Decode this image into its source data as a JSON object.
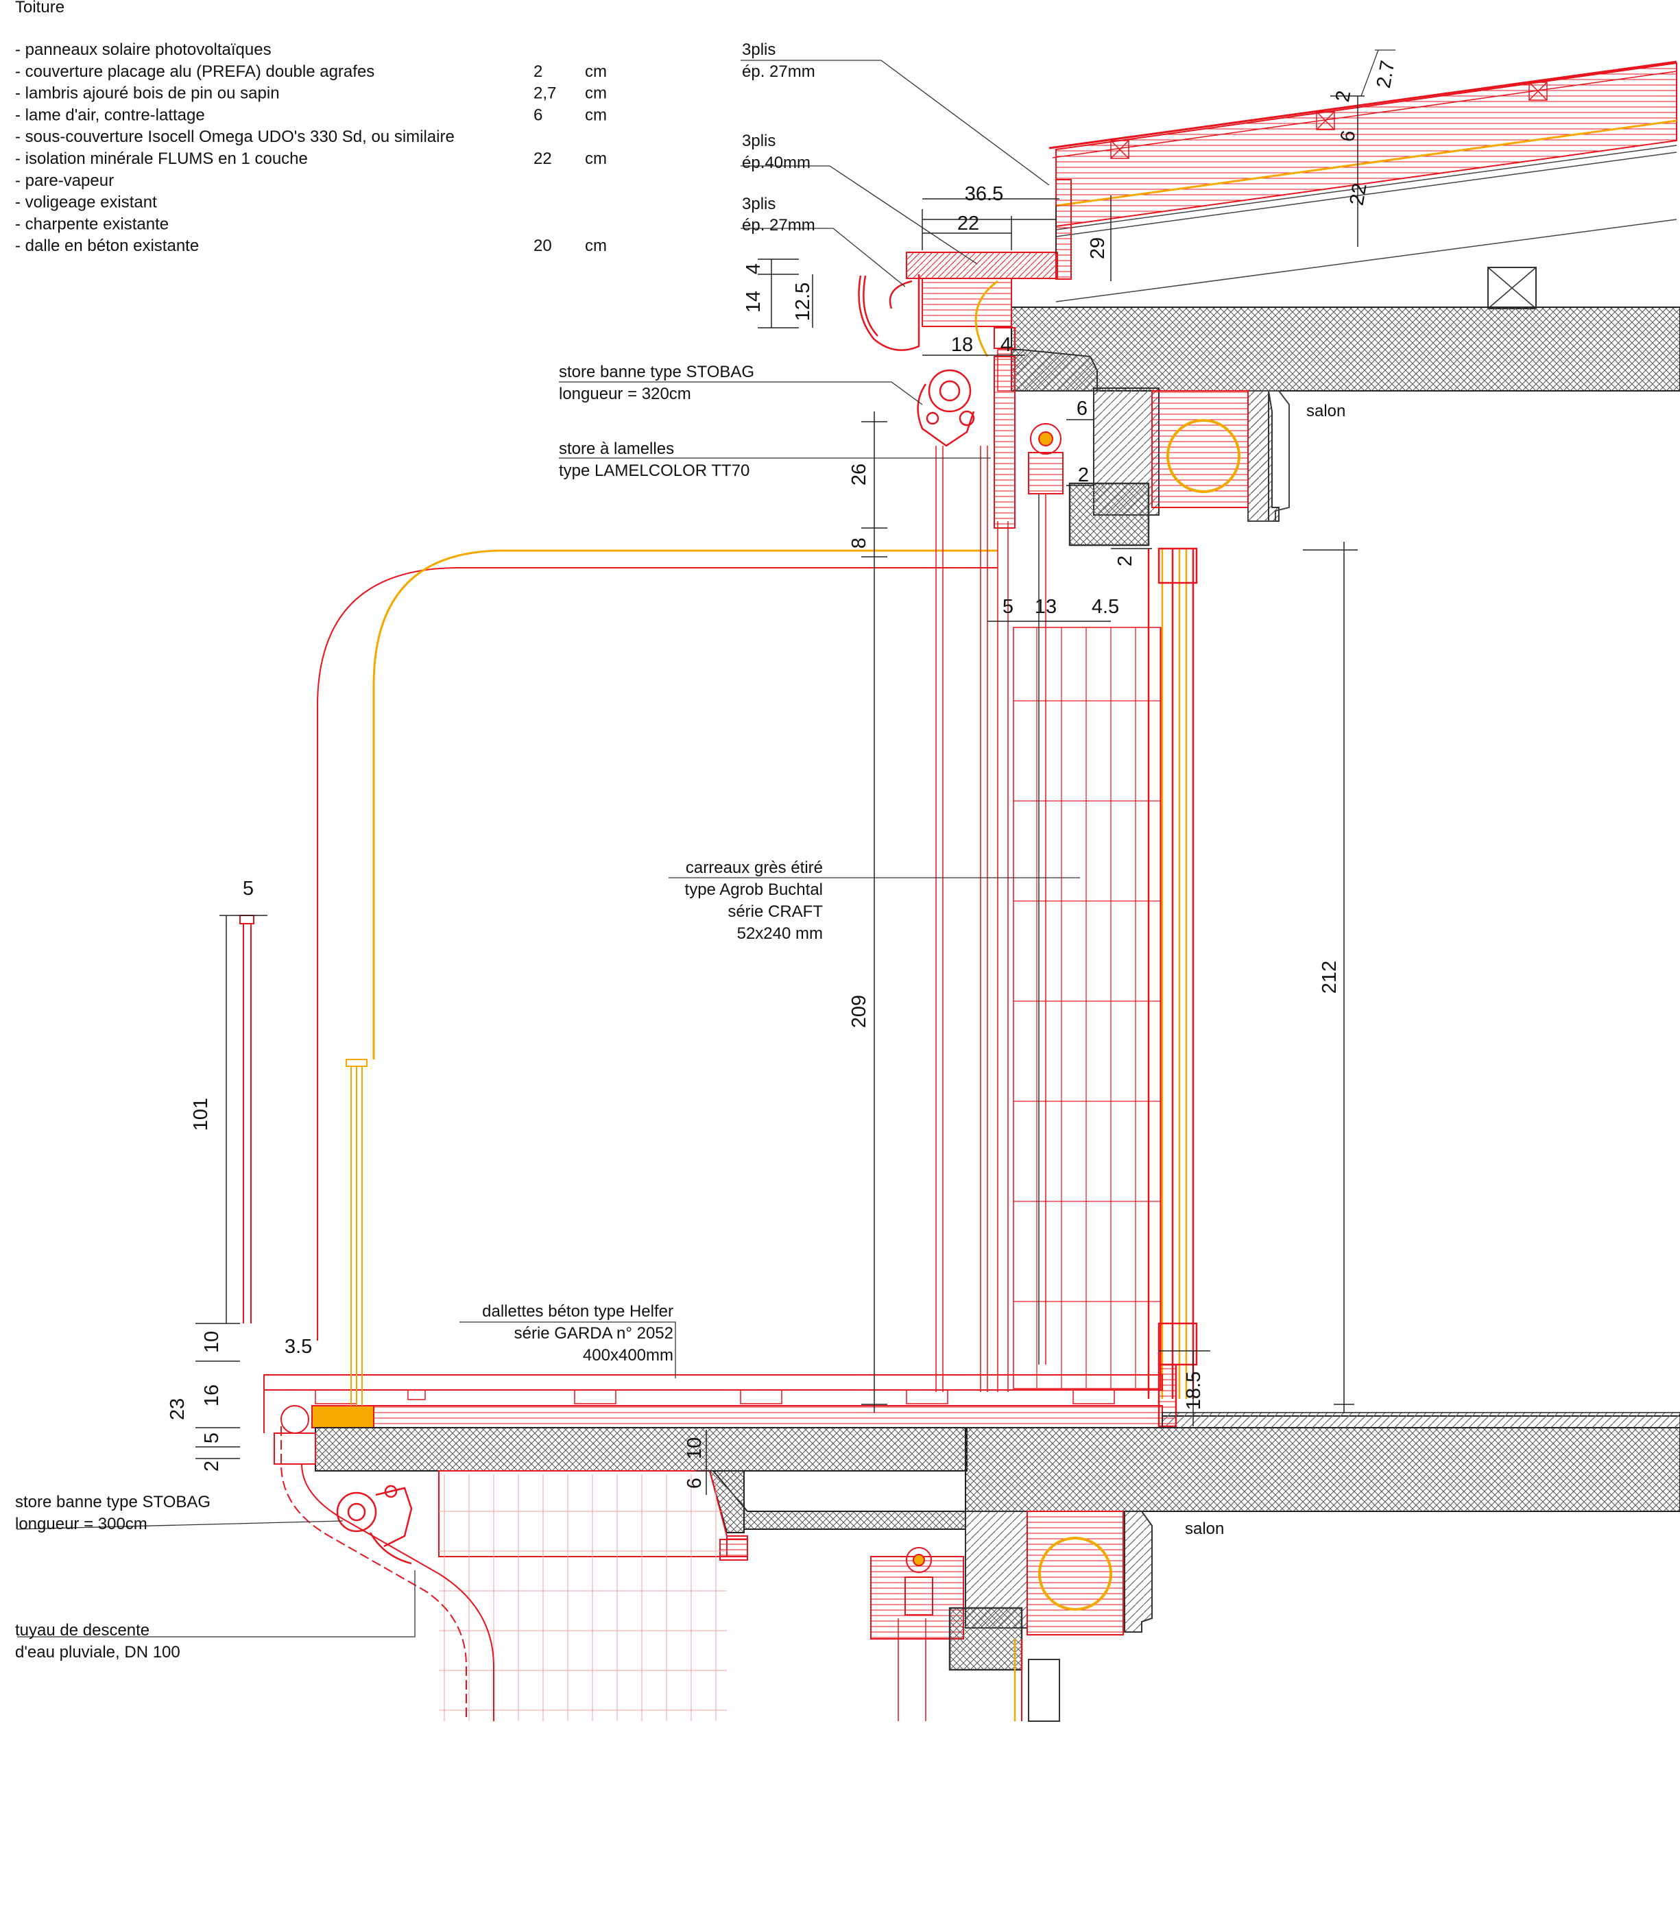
{
  "legend": {
    "title": "Toiture",
    "rows": [
      {
        "text": "- panneaux solaire photovoltaïques",
        "value": "",
        "unit": ""
      },
      {
        "text": "- couverture placage alu (PREFA) double agrafes",
        "value": "2",
        "unit": "cm"
      },
      {
        "text": "- lambris ajouré bois de pin ou sapin",
        "value": "2,7",
        "unit": "cm"
      },
      {
        "text": "- lame d'air, contre-lattage",
        "value": "6",
        "unit": "cm"
      },
      {
        "text": "- sous-couverture Isocell Omega UDO's 330 Sd, ou similaire",
        "value": "",
        "unit": ""
      },
      {
        "text": "- isolation minérale FLUMS en 1 couche",
        "value": "22",
        "unit": "cm"
      },
      {
        "text": "- pare-vapeur",
        "value": "",
        "unit": ""
      },
      {
        "text": "- voligeage existant",
        "value": "",
        "unit": ""
      },
      {
        "text": "- charpente existante",
        "value": "",
        "unit": ""
      },
      {
        "text": "- dalle en béton existante",
        "value": "20",
        "unit": "cm"
      }
    ]
  },
  "callouts": {
    "ply_top_1": "3plis",
    "ply_top_2": "ép. 27mm",
    "ply_mid_1": "3plis",
    "ply_mid_2": "ép.40mm",
    "ply_low_1": "3plis",
    "ply_low_2": "ép. 27mm",
    "awning_top_1": "store banne type STOBAG",
    "awning_top_2": "longueur = 320cm",
    "blind_1": "store à lamelles",
    "blind_2": "type LAMELCOLOR TT70",
    "tile_1": "carreaux grès étiré",
    "tile_2": "type Agrob Buchtal",
    "tile_3": "série CRAFT",
    "tile_4": "52x240 mm",
    "slab_1": "dallettes béton type Helfer",
    "slab_2": "série GARDA n° 2052",
    "slab_3": "400x400mm",
    "awning_bot_1": "store banne type STOBAG",
    "awning_bot_2": "longueur = 300cm",
    "pipe_1": "tuyau de descente",
    "pipe_2": "d'eau pluviale, DN 100",
    "room_top": "salon",
    "room_bottom": "salon"
  },
  "dimensions": {
    "d27": "2.7",
    "d2a": "2",
    "d6a": "6",
    "d22a": "22",
    "d365": "36.5",
    "d22b": "22",
    "d29": "29",
    "d4a": "4",
    "d14": "14",
    "d125": "12.5",
    "d18": "18",
    "d4b": "4",
    "d6b": "6",
    "d2b": "2",
    "d26": "26",
    "d8": "8",
    "d2c": "2",
    "d5a": "5",
    "d13": "13",
    "d45": "4.5",
    "d209": "209",
    "d212": "212",
    "d5b": "5",
    "d101": "101",
    "d10a": "10",
    "d35": "3.5",
    "d23": "23",
    "d16": "16",
    "d5c": "5",
    "d2d": "2",
    "d185": "18.5",
    "d10b": "10",
    "d6c": "6"
  },
  "colors": {
    "red": "#e8141e",
    "orange": "#f5a800",
    "grey": "#555555",
    "black": "#111111"
  }
}
